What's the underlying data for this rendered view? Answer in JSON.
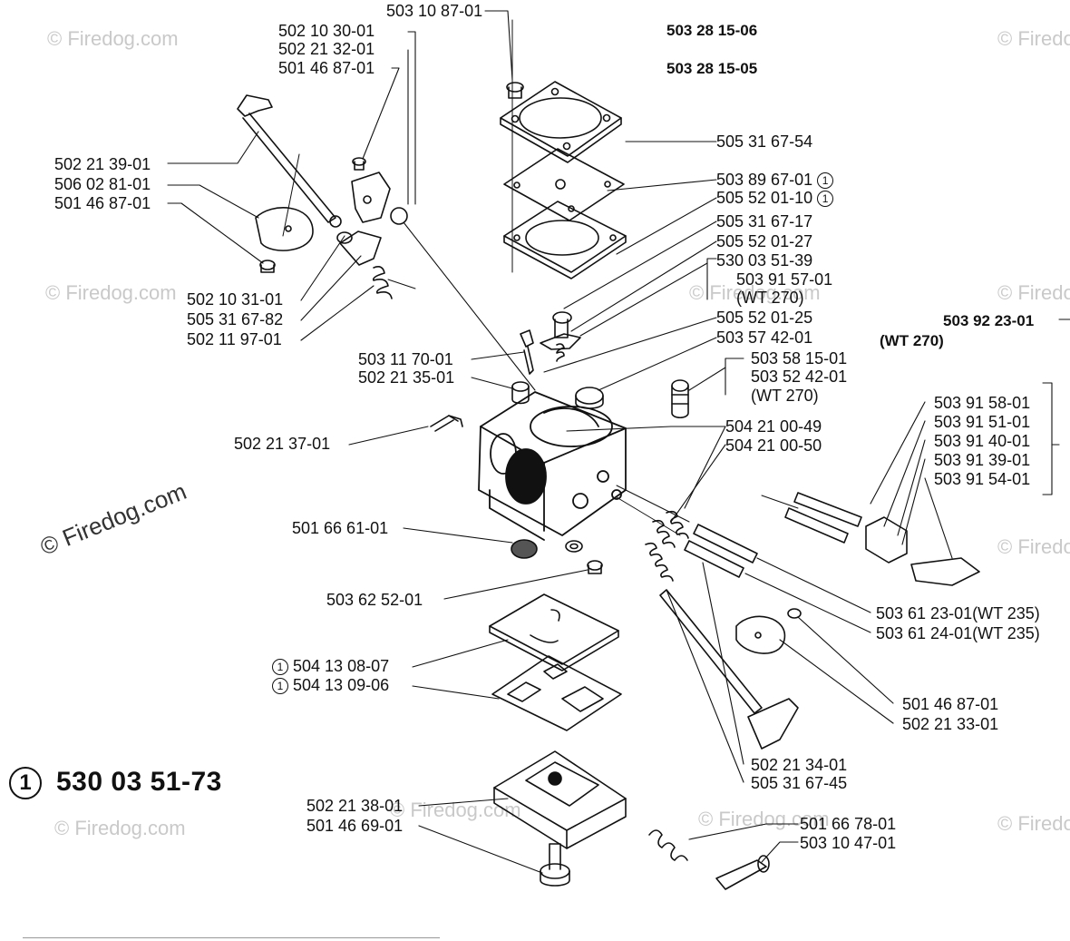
{
  "header": {
    "kit_a": "503 28 15-06",
    "kit_b": "503 28 15-05"
  },
  "assembly": {
    "marker": "1",
    "number": "530 03 51-73"
  },
  "watermark": "© Firedog.com",
  "parts_left": {
    "p1": "502 21 39-01",
    "p2": "506 02 81-01",
    "p3": "501 46 87-01",
    "p4": "502 10 31-01",
    "p5": "505 31 67-82",
    "p6": "502 11 97-01",
    "p7": "503 11 70-01",
    "p8": "502 21 35-01",
    "p9": "502 21 37-01",
    "p10": "501 66 61-01",
    "p11": "503 62 52-01",
    "p12": "504 13 08-07",
    "p13": "504 13 09-06",
    "p14": "502 21 38-01",
    "p15": "501 46 69-01"
  },
  "parts_top": {
    "t1": "503 10 87-01",
    "t2": "502 10 30-01",
    "t3": "502 21 32-01",
    "t4": "501 46 87-01"
  },
  "parts_right": {
    "r1": "505 31 67-54",
    "r2": "503 89 67-01",
    "r3": "505 52 01-10",
    "r4": "505 31 67-17",
    "r5": "505 52 01-27",
    "r6": "530 03 51-39",
    "r7": "503 91 57-01",
    "r8": "(WT 270)",
    "r9": "505 52 01-25",
    "r10": "503 57 42-01",
    "r11": "503 58 15-01",
    "r12": "503 52 42-01",
    "r13": "(WT 270)",
    "r14": "504 21 00-49",
    "r15": "504 21 00-50",
    "r16": "503 61 23-01(WT 235)",
    "r17": "503 61 24-01(WT 235)",
    "r18": "501 46 87-01",
    "r19": "502 21 33-01",
    "r20": "502 21 34-01",
    "r21": "505 31 67-45",
    "r22": "501 66 78-01",
    "r23": "503 10 47-01"
  },
  "parts_far_right": {
    "kit": "503 92 23-01",
    "kit_note": "(WT 270)",
    "f1": "503 91 58-01",
    "f2": "503 91 51-01",
    "f3": "503 91 40-01",
    "f4": "503 91 39-01",
    "f5": "503 91 54-01"
  }
}
